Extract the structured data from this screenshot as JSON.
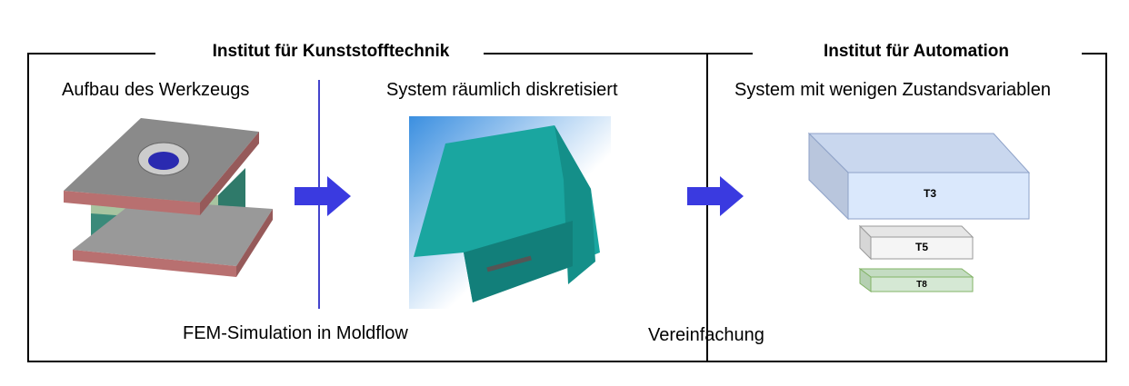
{
  "titles": {
    "left_institute": "Institut für Kunststofftechnik",
    "right_institute": "Institut für Automation"
  },
  "labels": {
    "tool_structure": "Aufbau des Werkzeugs",
    "spatial_discretized": "System räumlich diskretisiert",
    "few_state_vars": "System mit wenigen Zustandsvariablen",
    "fem_simulation": "FEM-Simulation in Moldflow",
    "simplification": "Vereinfachung"
  },
  "blocks": [
    {
      "label": "T3",
      "color": "#dae8fc"
    },
    {
      "label": "T5",
      "color": "#f5f5f5"
    },
    {
      "label": "T8",
      "color": "#d5e8d4"
    }
  ],
  "colors": {
    "arrow": "#3a3ae0",
    "divider_blue": "#4444cc",
    "mesh": "#1aa6a0"
  }
}
